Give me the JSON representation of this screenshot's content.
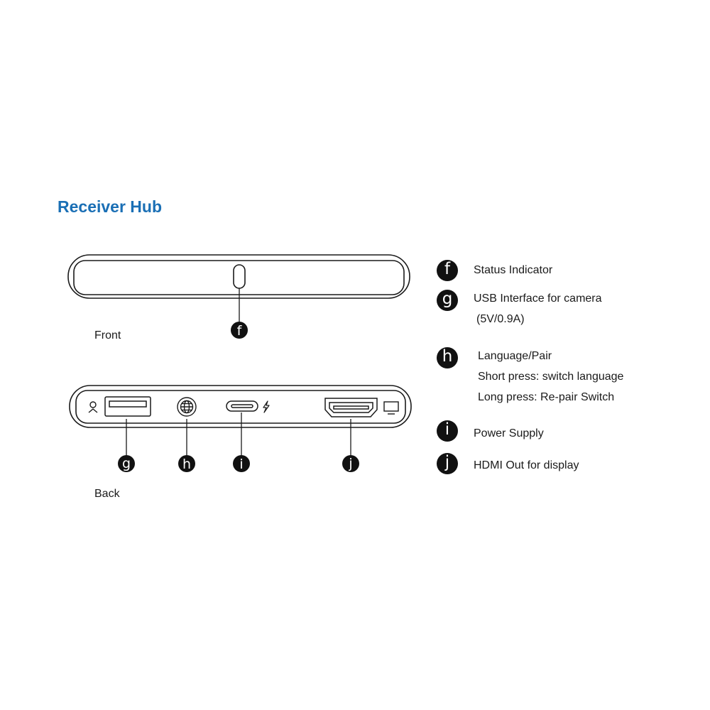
{
  "title": "Receiver Hub",
  "views": {
    "front_label": "Front",
    "back_label": "Back"
  },
  "callouts": {
    "f": "f",
    "g": "g",
    "h": "h",
    "i": "i",
    "j": "j"
  },
  "legend": {
    "f": {
      "letter": "f",
      "lines": [
        "Status Indicator"
      ]
    },
    "g": {
      "letter": "g",
      "lines": [
        "USB Interface for camera",
        "(5V/0.9A)"
      ]
    },
    "h": {
      "letter": "h",
      "lines": [
        "Language/Pair",
        "Short press: switch language",
        "Long press: Re-pair Switch"
      ]
    },
    "i": {
      "letter": "i",
      "lines": [
        "Power Supply"
      ]
    },
    "j": {
      "letter": "j",
      "lines": [
        "HDMI Out for display"
      ]
    }
  },
  "icons": [
    "camera-icon",
    "globe-icon",
    "lightning-icon",
    "monitor-icon"
  ],
  "colors": {
    "title": "#1a6fb5",
    "line": "#1a1a1a",
    "badge": "#111111"
  }
}
